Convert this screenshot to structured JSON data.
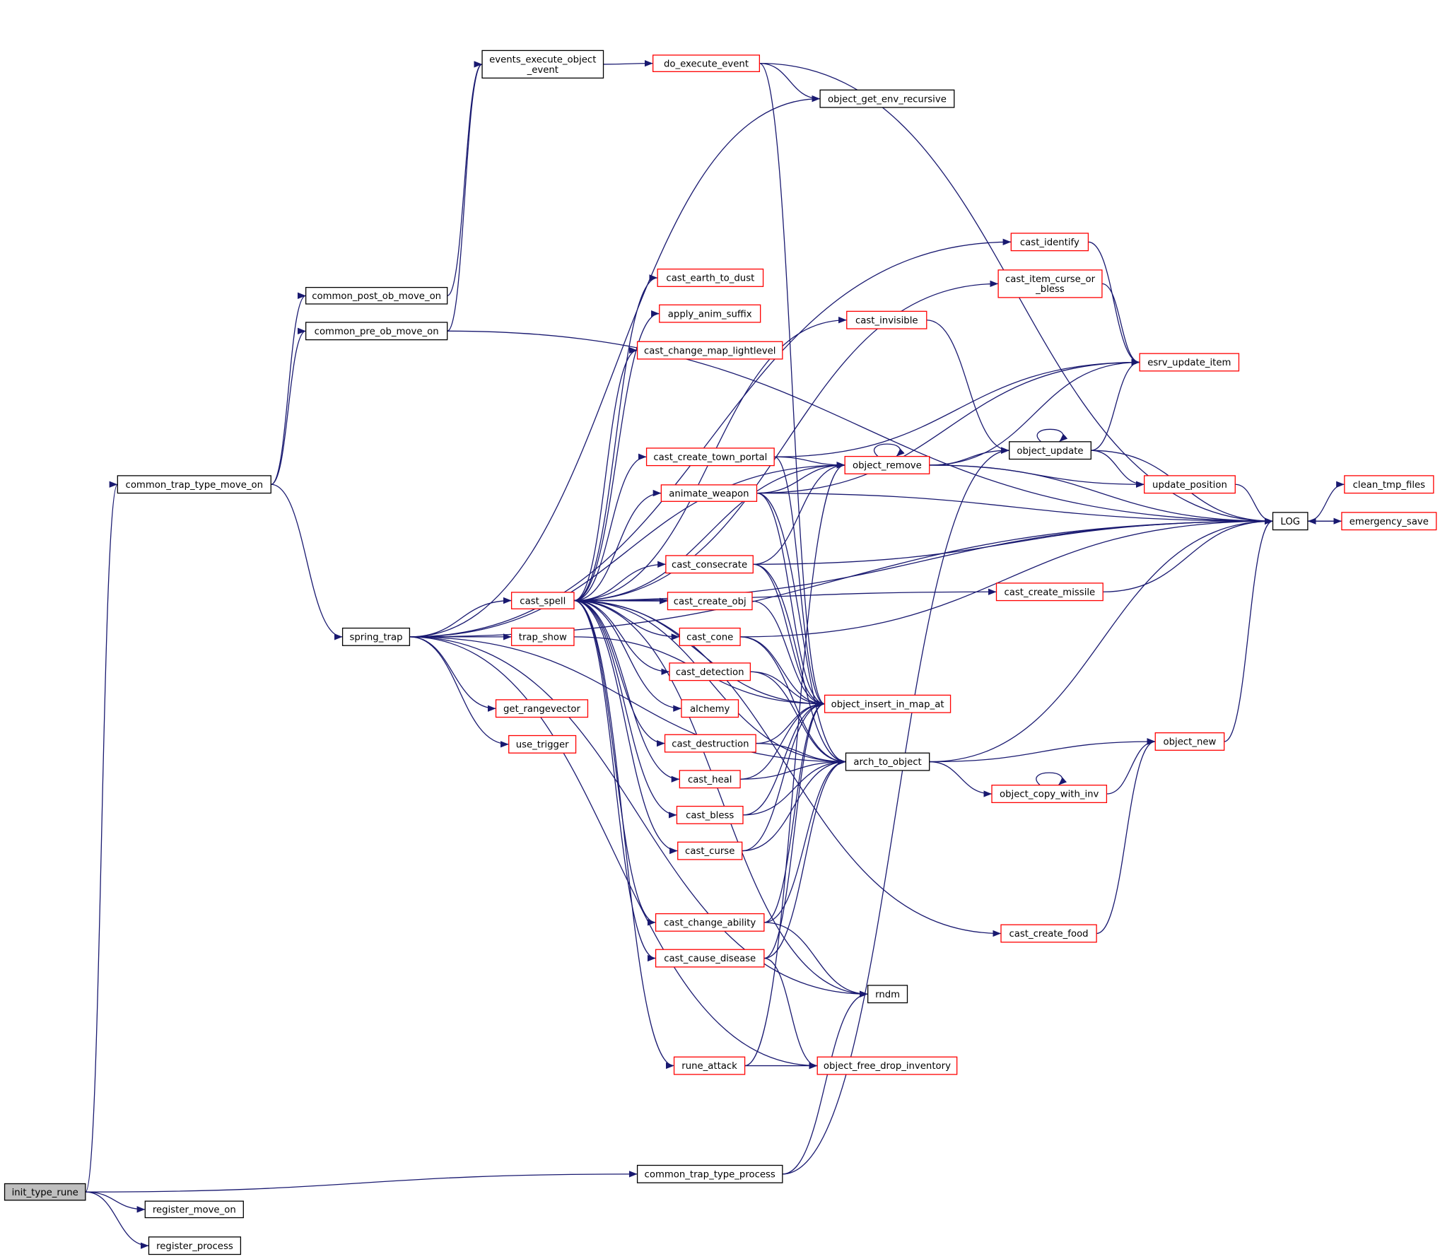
{
  "graph": {
    "colors": {
      "edge": "#191970",
      "red_border": "#ff0000",
      "black_border": "#000000",
      "root_fill": "#bfbfbf"
    },
    "nodes": [
      {
        "id": "init_type_rune",
        "lines": [
          "init_type_rune"
        ],
        "style": "root"
      },
      {
        "id": "register_move_on",
        "lines": [
          "register_move_on"
        ],
        "style": "black"
      },
      {
        "id": "register_process",
        "lines": [
          "register_process"
        ],
        "style": "black"
      },
      {
        "id": "common_trap_type_move_on",
        "lines": [
          "common_trap_type_move_on"
        ],
        "style": "black"
      },
      {
        "id": "common_post_ob_move_on",
        "lines": [
          "common_post_ob_move_on"
        ],
        "style": "black"
      },
      {
        "id": "common_pre_ob_move_on",
        "lines": [
          "common_pre_ob_move_on"
        ],
        "style": "black"
      },
      {
        "id": "events_execute_object_event",
        "lines": [
          "events_execute_object",
          "_event"
        ],
        "style": "black"
      },
      {
        "id": "do_execute_event",
        "lines": [
          "do_execute_event"
        ],
        "style": "red"
      },
      {
        "id": "object_get_env_recursive",
        "lines": [
          "object_get_env_recursive"
        ],
        "style": "black"
      },
      {
        "id": "spring_trap",
        "lines": [
          "spring_trap"
        ],
        "style": "black"
      },
      {
        "id": "cast_spell",
        "lines": [
          "cast_spell"
        ],
        "style": "red"
      },
      {
        "id": "trap_show",
        "lines": [
          "trap_show"
        ],
        "style": "red"
      },
      {
        "id": "get_rangevector",
        "lines": [
          "get_rangevector"
        ],
        "style": "red"
      },
      {
        "id": "use_trigger",
        "lines": [
          "use_trigger"
        ],
        "style": "red"
      },
      {
        "id": "cast_earth_to_dust",
        "lines": [
          "cast_earth_to_dust"
        ],
        "style": "red"
      },
      {
        "id": "apply_anim_suffix",
        "lines": [
          "apply_anim_suffix"
        ],
        "style": "red"
      },
      {
        "id": "cast_change_map_lightlevel",
        "lines": [
          "cast_change_map_lightlevel"
        ],
        "style": "red"
      },
      {
        "id": "cast_create_town_portal",
        "lines": [
          "cast_create_town_portal"
        ],
        "style": "red"
      },
      {
        "id": "animate_weapon",
        "lines": [
          "animate_weapon"
        ],
        "style": "red"
      },
      {
        "id": "cast_consecrate",
        "lines": [
          "cast_consecrate"
        ],
        "style": "red"
      },
      {
        "id": "cast_create_obj",
        "lines": [
          "cast_create_obj"
        ],
        "style": "red"
      },
      {
        "id": "cast_cone",
        "lines": [
          "cast_cone"
        ],
        "style": "red"
      },
      {
        "id": "cast_detection",
        "lines": [
          "cast_detection"
        ],
        "style": "red"
      },
      {
        "id": "alchemy",
        "lines": [
          "alchemy"
        ],
        "style": "red"
      },
      {
        "id": "cast_destruction",
        "lines": [
          "cast_destruction"
        ],
        "style": "red"
      },
      {
        "id": "cast_heal",
        "lines": [
          "cast_heal"
        ],
        "style": "red"
      },
      {
        "id": "cast_bless",
        "lines": [
          "cast_bless"
        ],
        "style": "red"
      },
      {
        "id": "cast_curse",
        "lines": [
          "cast_curse"
        ],
        "style": "red"
      },
      {
        "id": "cast_change_ability",
        "lines": [
          "cast_change_ability"
        ],
        "style": "red"
      },
      {
        "id": "cast_cause_disease",
        "lines": [
          "cast_cause_disease"
        ],
        "style": "red"
      },
      {
        "id": "rune_attack",
        "lines": [
          "rune_attack"
        ],
        "style": "red"
      },
      {
        "id": "cast_identify",
        "lines": [
          "cast_identify"
        ],
        "style": "red"
      },
      {
        "id": "cast_item_curse_or_bless",
        "lines": [
          "cast_item_curse_or",
          "_bless"
        ],
        "style": "red"
      },
      {
        "id": "cast_invisible",
        "lines": [
          "cast_invisible"
        ],
        "style": "red"
      },
      {
        "id": "esrv_update_item",
        "lines": [
          "esrv_update_item"
        ],
        "style": "red"
      },
      {
        "id": "object_remove",
        "lines": [
          "object_remove"
        ],
        "style": "red"
      },
      {
        "id": "object_update",
        "lines": [
          "object_update"
        ],
        "style": "black"
      },
      {
        "id": "update_position",
        "lines": [
          "update_position"
        ],
        "style": "red"
      },
      {
        "id": "LOG",
        "lines": [
          "LOG"
        ],
        "style": "black"
      },
      {
        "id": "clean_tmp_files",
        "lines": [
          "clean_tmp_files"
        ],
        "style": "red"
      },
      {
        "id": "emergency_save",
        "lines": [
          "emergency_save"
        ],
        "style": "red"
      },
      {
        "id": "cast_create_missile",
        "lines": [
          "cast_create_missile"
        ],
        "style": "red"
      },
      {
        "id": "object_insert_in_map_at",
        "lines": [
          "object_insert_in_map_at"
        ],
        "style": "red"
      },
      {
        "id": "arch_to_object",
        "lines": [
          "arch_to_object"
        ],
        "style": "black"
      },
      {
        "id": "object_new",
        "lines": [
          "object_new"
        ],
        "style": "red"
      },
      {
        "id": "object_copy_with_inv",
        "lines": [
          "object_copy_with_inv"
        ],
        "style": "red"
      },
      {
        "id": "cast_create_food",
        "lines": [
          "cast_create_food"
        ],
        "style": "red"
      },
      {
        "id": "rndm",
        "lines": [
          "rndm"
        ],
        "style": "black"
      },
      {
        "id": "object_free_drop_inventory",
        "lines": [
          "object_free_drop_inventory"
        ],
        "style": "red"
      },
      {
        "id": "common_trap_type_process",
        "lines": [
          "common_trap_type_process"
        ],
        "style": "black"
      }
    ],
    "edges": [
      [
        "init_type_rune",
        "common_trap_type_move_on"
      ],
      [
        "init_type_rune",
        "register_move_on"
      ],
      [
        "init_type_rune",
        "register_process"
      ],
      [
        "init_type_rune",
        "common_trap_type_process"
      ],
      [
        "common_trap_type_move_on",
        "common_post_ob_move_on"
      ],
      [
        "common_trap_type_move_on",
        "common_pre_ob_move_on"
      ],
      [
        "common_trap_type_move_on",
        "spring_trap"
      ],
      [
        "common_post_ob_move_on",
        "events_execute_object_event"
      ],
      [
        "common_pre_ob_move_on",
        "events_execute_object_event"
      ],
      [
        "common_pre_ob_move_on",
        "LOG"
      ],
      [
        "events_execute_object_event",
        "do_execute_event"
      ],
      [
        "do_execute_event",
        "object_get_env_recursive"
      ],
      [
        "do_execute_event",
        "LOG"
      ],
      [
        "do_execute_event",
        "object_insert_in_map_at"
      ],
      [
        "spring_trap",
        "cast_spell"
      ],
      [
        "spring_trap",
        "trap_show"
      ],
      [
        "spring_trap",
        "get_rangevector"
      ],
      [
        "spring_trap",
        "use_trigger"
      ],
      [
        "spring_trap",
        "object_get_env_recursive"
      ],
      [
        "spring_trap",
        "object_remove"
      ],
      [
        "spring_trap",
        "cast_identify"
      ],
      [
        "spring_trap",
        "LOG"
      ],
      [
        "spring_trap",
        "object_free_drop_inventory"
      ],
      [
        "spring_trap",
        "rndm"
      ],
      [
        "spring_trap",
        "arch_to_object"
      ],
      [
        "cast_spell",
        "cast_earth_to_dust"
      ],
      [
        "cast_spell",
        "apply_anim_suffix"
      ],
      [
        "cast_spell",
        "cast_change_map_lightlevel"
      ],
      [
        "cast_spell",
        "cast_create_town_portal"
      ],
      [
        "cast_spell",
        "animate_weapon"
      ],
      [
        "cast_spell",
        "cast_consecrate"
      ],
      [
        "cast_spell",
        "cast_create_obj"
      ],
      [
        "cast_spell",
        "cast_cone"
      ],
      [
        "cast_spell",
        "cast_detection"
      ],
      [
        "cast_spell",
        "alchemy"
      ],
      [
        "cast_spell",
        "cast_destruction"
      ],
      [
        "cast_spell",
        "cast_heal"
      ],
      [
        "cast_spell",
        "cast_bless"
      ],
      [
        "cast_spell",
        "cast_curse"
      ],
      [
        "cast_spell",
        "cast_change_ability"
      ],
      [
        "cast_spell",
        "cast_cause_disease"
      ],
      [
        "cast_spell",
        "rune_attack"
      ],
      [
        "cast_spell",
        "cast_item_curse_or_bless"
      ],
      [
        "cast_spell",
        "cast_invisible"
      ],
      [
        "cast_spell",
        "cast_create_missile"
      ],
      [
        "cast_spell",
        "LOG"
      ],
      [
        "cast_spell",
        "object_remove"
      ],
      [
        "cast_spell",
        "object_insert_in_map_at"
      ],
      [
        "cast_spell",
        "arch_to_object"
      ],
      [
        "cast_spell",
        "rndm"
      ],
      [
        "cast_spell",
        "cast_create_food"
      ],
      [
        "trap_show",
        "object_insert_in_map_at"
      ],
      [
        "cast_identify",
        "esrv_update_item"
      ],
      [
        "cast_item_curse_or_bless",
        "esrv_update_item"
      ],
      [
        "cast_invisible",
        "object_update"
      ],
      [
        "cast_create_town_portal",
        "object_remove"
      ],
      [
        "cast_create_town_portal",
        "object_insert_in_map_at"
      ],
      [
        "cast_create_town_portal",
        "esrv_update_item"
      ],
      [
        "animate_weapon",
        "object_remove"
      ],
      [
        "animate_weapon",
        "LOG"
      ],
      [
        "animate_weapon",
        "esrv_update_item"
      ],
      [
        "animate_weapon",
        "object_insert_in_map_at"
      ],
      [
        "animate_weapon",
        "arch_to_object"
      ],
      [
        "object_remove",
        "object_remove"
      ],
      [
        "object_remove",
        "object_update"
      ],
      [
        "object_remove",
        "esrv_update_item"
      ],
      [
        "object_remove",
        "update_position"
      ],
      [
        "object_remove",
        "LOG"
      ],
      [
        "object_update",
        "object_update"
      ],
      [
        "object_update",
        "esrv_update_item"
      ],
      [
        "object_update",
        "update_position"
      ],
      [
        "object_update",
        "LOG"
      ],
      [
        "update_position",
        "LOG"
      ],
      [
        "LOG",
        "clean_tmp_files"
      ],
      [
        "LOG",
        "emergency_save"
      ],
      [
        "emergency_save",
        "LOG"
      ],
      [
        "cast_consecrate",
        "object_remove"
      ],
      [
        "cast_consecrate",
        "LOG"
      ],
      [
        "cast_consecrate",
        "object_insert_in_map_at"
      ],
      [
        "cast_consecrate",
        "arch_to_object"
      ],
      [
        "cast_create_obj",
        "object_insert_in_map_at"
      ],
      [
        "cast_cone",
        "LOG"
      ],
      [
        "cast_cone",
        "object_insert_in_map_at"
      ],
      [
        "cast_cone",
        "arch_to_object"
      ],
      [
        "cast_detection",
        "object_insert_in_map_at"
      ],
      [
        "cast_detection",
        "arch_to_object"
      ],
      [
        "cast_destruction",
        "object_insert_in_map_at"
      ],
      [
        "cast_destruction",
        "arch_to_object"
      ],
      [
        "cast_heal",
        "object_insert_in_map_at"
      ],
      [
        "cast_heal",
        "arch_to_object"
      ],
      [
        "cast_bless",
        "object_insert_in_map_at"
      ],
      [
        "cast_bless",
        "arch_to_object"
      ],
      [
        "cast_curse",
        "object_insert_in_map_at"
      ],
      [
        "cast_curse",
        "arch_to_object"
      ],
      [
        "cast_change_ability",
        "object_insert_in_map_at"
      ],
      [
        "cast_change_ability",
        "arch_to_object"
      ],
      [
        "cast_change_ability",
        "rndm"
      ],
      [
        "cast_cause_disease",
        "object_insert_in_map_at"
      ],
      [
        "cast_cause_disease",
        "arch_to_object"
      ],
      [
        "cast_cause_disease",
        "object_free_drop_inventory"
      ],
      [
        "rune_attack",
        "object_free_drop_inventory"
      ],
      [
        "rune_attack",
        "object_remove"
      ],
      [
        "cast_create_missile",
        "LOG"
      ],
      [
        "arch_to_object",
        "object_new"
      ],
      [
        "arch_to_object",
        "object_copy_with_inv"
      ],
      [
        "arch_to_object",
        "LOG"
      ],
      [
        "object_copy_with_inv",
        "object_copy_with_inv"
      ],
      [
        "object_copy_with_inv",
        "object_new"
      ],
      [
        "object_new",
        "LOG"
      ],
      [
        "cast_create_food",
        "object_new"
      ],
      [
        "common_trap_type_process",
        "object_update"
      ],
      [
        "common_trap_type_process",
        "rndm"
      ]
    ]
  }
}
